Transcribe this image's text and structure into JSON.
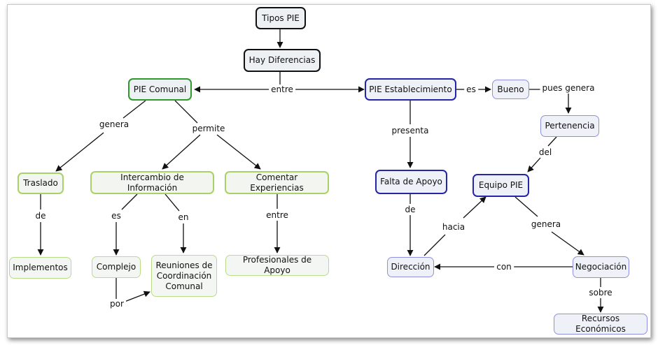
{
  "nodes": {
    "tipos_pie": "Tipos PIE",
    "hay_diferencias": "Hay Diferencias",
    "pie_comunal": "PIE Comunal",
    "pie_establecimiento": "PIE Establecimiento",
    "bueno": "Bueno",
    "pertenencia": "Pertenencia",
    "traslado": "Traslado",
    "intercambio": "Intercambio de Información",
    "comentar": "Comentar Experiencias",
    "falta_apoyo": "Falta de Apoyo",
    "equipo_pie": "Equipo PIE",
    "implementos": "Implementos",
    "complejo": "Complejo",
    "reuniones": "Reuniones de Coordinación Comunal",
    "profesionales": "Profesionales de Apoyo",
    "direccion": "Dirección",
    "negociacion": "Negociación",
    "recursos": "Recursos Económicos"
  },
  "links": {
    "entre": "entre",
    "es": "es",
    "pues_genera": "pues genera",
    "genera_left": "genera",
    "permite": "permite",
    "presenta": "presenta",
    "del": "del",
    "de": "de",
    "es2": "es",
    "en": "en",
    "entre2": "entre",
    "de2": "de",
    "hacia": "hacia",
    "genera_right": "genera",
    "con": "con",
    "sobre": "sobre",
    "por": "por"
  }
}
